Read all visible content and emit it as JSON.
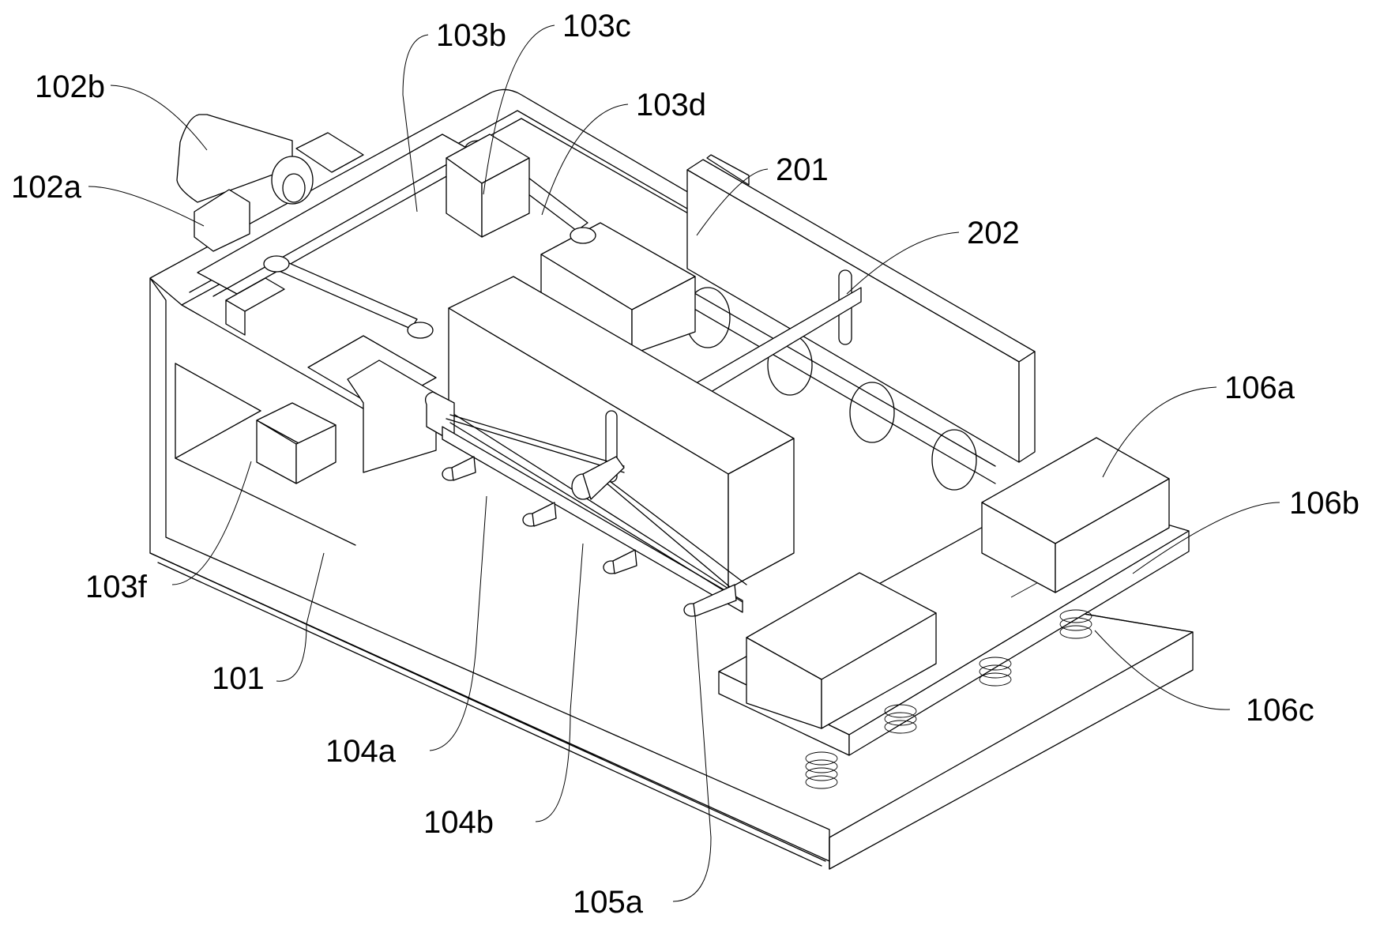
{
  "figure": {
    "type": "patent-drawing",
    "view": "isometric",
    "background_color": "#ffffff",
    "line_color": "#000000"
  },
  "labels": [
    {
      "id": "102b",
      "text": "102b",
      "part": "motor"
    },
    {
      "id": "102a",
      "text": "102a",
      "part": "motor-mount"
    },
    {
      "id": "103b",
      "text": "103b",
      "part": "slide-rail"
    },
    {
      "id": "103c",
      "text": "103c",
      "part": "crank-link"
    },
    {
      "id": "103d",
      "text": "103d",
      "part": "link-pin"
    },
    {
      "id": "201",
      "text": "201",
      "part": "side-plate"
    },
    {
      "id": "202",
      "text": "202",
      "part": "guide-slot"
    },
    {
      "id": "106a",
      "text": "106a",
      "part": "block"
    },
    {
      "id": "106b",
      "text": "106b",
      "part": "support-plate"
    },
    {
      "id": "106c",
      "text": "106c",
      "part": "spring"
    },
    {
      "id": "103f",
      "text": "103f",
      "part": "push-block"
    },
    {
      "id": "101",
      "text": "101",
      "part": "frame"
    },
    {
      "id": "104a",
      "text": "104a",
      "part": "linkage-bar"
    },
    {
      "id": "104b",
      "text": "104b",
      "part": "scissor-linkage"
    },
    {
      "id": "105a",
      "text": "105a",
      "part": "clamp-rod"
    }
  ]
}
